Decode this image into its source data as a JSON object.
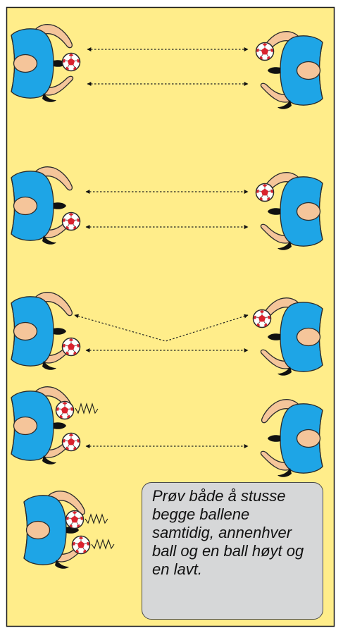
{
  "note": {
    "text": "Prøv både å stusse begge ballene samtidig, annenhver ball og en ball høyt og en lavt."
  },
  "colors": {
    "background": "#ffed8a",
    "border": "#1a1a1a",
    "jersey": "#1ea5e6",
    "skin": "#f5c59a",
    "hair": "#111111",
    "ball_red": "#d9232e",
    "note_fill": "#d6d7d8"
  },
  "rows": [
    {
      "left_ball_position": "high",
      "right_ball_position": "high",
      "passes": [
        "high",
        "low"
      ]
    },
    {
      "left_ball_position": "low",
      "right_ball_position": "high",
      "passes": [
        "high",
        "low"
      ]
    },
    {
      "left_ball_position": "low",
      "right_ball_position": "high",
      "passes": [
        "cross",
        "low"
      ]
    },
    {
      "left_ball_position": "both",
      "right_ball_position": "none",
      "passes": [
        "low"
      ],
      "bouncing_balls": 1
    },
    {
      "left_ball_position": "both",
      "right_ball_position": "none",
      "passes": [],
      "bouncing_balls": 2
    }
  ],
  "icons": [
    "player-icon",
    "ball-icon",
    "bounce-zigzag-icon",
    "pass-arrow-icon"
  ]
}
